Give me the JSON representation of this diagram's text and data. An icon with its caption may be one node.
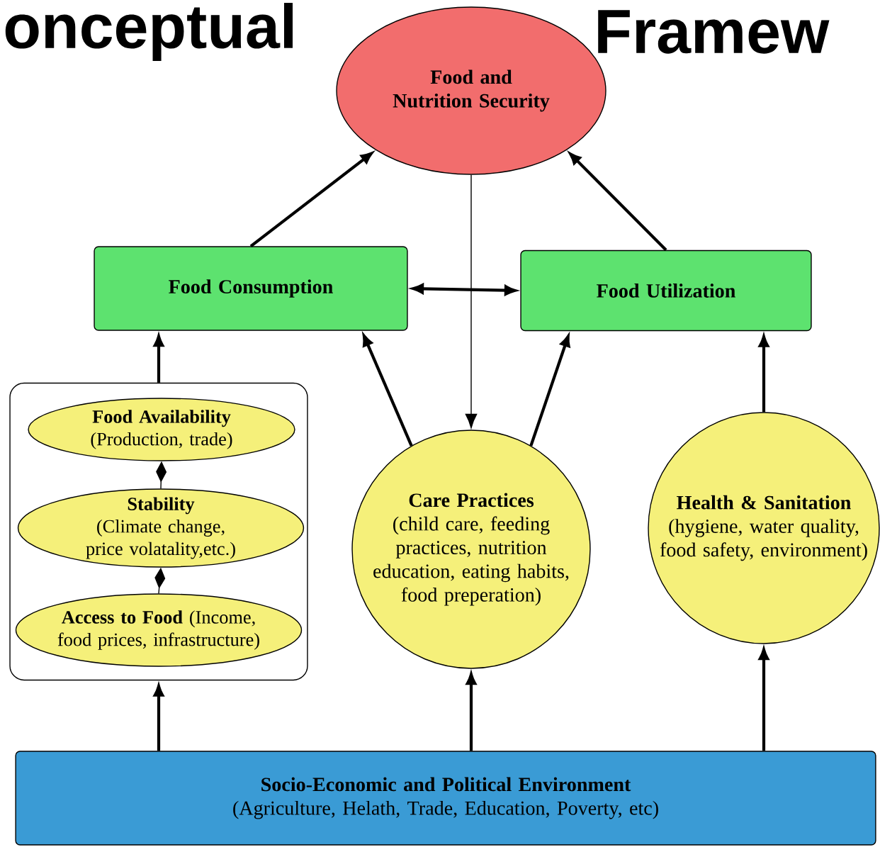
{
  "diagram": {
    "nodes": [
      {
        "text": [
          "Food and Nutrition Security"
        ]
      },
      {
        "text": [
          "Food Consumption"
        ]
      },
      {
        "text": [
          "Food Utilization"
        ]
      },
      {
        "text": [],
        "shape": "box"
      },
      {
        "text": [
          "Food Availability",
          "(Production, trade)"
        ],
        "in": 3
      },
      {
        "text": [
          "Stability",
          "(Climate change, price volatality,etc.)"
        ],
        "in": 3
      },
      {
        "text": [
          "**Access to Food** (Income, food prices, infrastructure)"
        ],
        "in": 3
      },
      {
        "text": [
          "Care Practices",
          "(child care, feeding practices, nutrition education, eating habits, food preperation)"
        ]
      },
      {
        "text": [
          "Health & Sanitation",
          "(hygiene, water quality, food safety, environment)"
        ]
      },
      {
        "text": [
          "Socio-Economic and Political Environment",
          "(Agriculture, Helath, Trade, Education, Poverty, etc)"
        ]
      }
    ],
    "edges": [
      {
        "from": 1,
        "to": 0,
        "arrow": "to"
      },
      {
        "from": 2,
        "to": 0,
        "arrow": "to"
      },
      {
        "from": 1,
        "to": 2,
        "arrow": "both"
      },
      {
        "from": 0,
        "to": 7,
        "arrow": "to"
      },
      {
        "from": 7,
        "to": 1,
        "arrow": "to"
      },
      {
        "from": 7,
        "to": 2,
        "arrow": "to"
      },
      {
        "from": 3,
        "to": 1,
        "arrow": "to"
      },
      {
        "from": 8,
        "to": 2,
        "arrow": "to"
      },
      {
        "from": 4,
        "to": 5,
        "arrow": "other"
      },
      {
        "from": 5,
        "to": 6,
        "arrow": "other"
      },
      {
        "from": 9,
        "to": 3,
        "arrow": "to"
      },
      {
        "from": 9,
        "to": 7,
        "arrow": "to"
      },
      {
        "from": 9,
        "to": 8,
        "arrow": "to"
      }
    ],
    "labels": [
      "onceptual",
      "Framew"
    ]
  }
}
